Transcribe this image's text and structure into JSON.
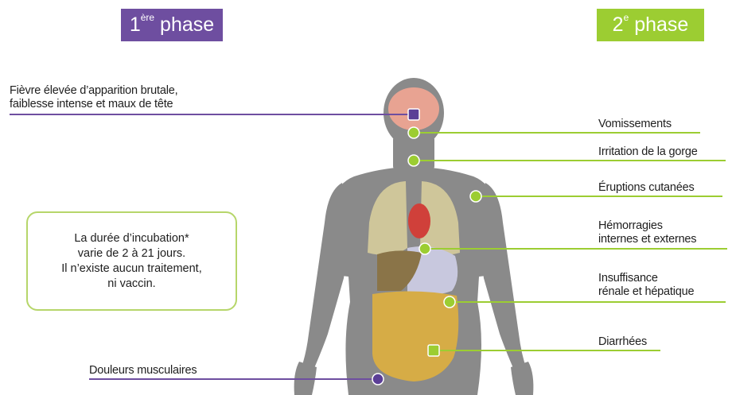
{
  "phases": {
    "first": {
      "num": "1",
      "sup": "ère",
      "word": " phase",
      "color": "#6e4ea0"
    },
    "second": {
      "num": "2",
      "sup": "e",
      "word": " phase",
      "color": "#9ccd32"
    }
  },
  "left_labels": {
    "fever_line1": "Fièvre élevée d’apparition brutale,",
    "fever_line2": "faiblesse intense et maux de tête",
    "muscle": "Douleurs musculaires"
  },
  "right_labels": {
    "vomiting": "Vomissements",
    "throat": "Irritation de la gorge",
    "rash": "Éruptions cutanées",
    "hemorrhage_line1": "Hémorragies",
    "hemorrhage_line2": "internes et externes",
    "failure_line1": "Insuffisance",
    "failure_line2": "rénale et hépatique",
    "diarrhea": "Diarrhées"
  },
  "info_box": {
    "text": "La durée d’incubation*\nvarie de 2 à 21 jours.\nIl n’existe aucun traitement,\nni vaccin."
  },
  "colors": {
    "body": "#8a8a8a",
    "brain": "#e8a392",
    "lungs": "#cfc69a",
    "heart": "#d0403a",
    "liver": "#8a7448",
    "stomach": "#c8c8de",
    "intestines": "#d6ac46",
    "marker_phase1": "#5b3e96",
    "marker_phase2": "#9ccd32",
    "line_phase1": "#6e4ea0",
    "line_phase2": "#9ccd32"
  }
}
